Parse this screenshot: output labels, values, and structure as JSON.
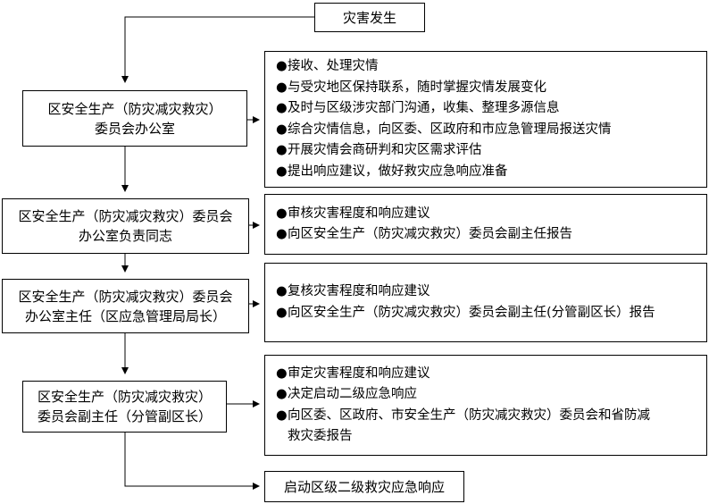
{
  "start": {
    "label": "灾害发生"
  },
  "steps": [
    {
      "lines": [
        "区安全生产（防灾减灾救灾）",
        "委员会办公室"
      ]
    },
    {
      "lines": [
        "区安全生产（防灾减灾救灾）委员会",
        "办公室负责同志"
      ]
    },
    {
      "lines": [
        "区安全生产（防灾减灾救灾）委员会",
        "办公室主任（区应急管理局局长）"
      ]
    },
    {
      "lines": [
        "区安全生产（防灾减灾救灾）",
        "委员会副主任（分管副区长）"
      ]
    }
  ],
  "details": [
    {
      "items": [
        "接收、处理灾情",
        "与受灾地区保持联系，随时掌握灾情发展变化",
        "及时与区级涉灾部门沟通，收集、整理多源信息",
        "综合灾情信息，向区委、区政府和市应急管理局报送灾情",
        "开展灾情会商研判和灾区需求评估",
        "提出响应建议，做好救灾应急响应准备"
      ]
    },
    {
      "items": [
        "审核灾害程度和响应建议",
        "向区安全生产（防灾减灾救灾）委员会副主任报告"
      ]
    },
    {
      "items": [
        "复核灾害程度和响应建议",
        "向区安全生产（防灾减灾救灾）委员会副主任(分管副区长）报告"
      ]
    },
    {
      "items": [
        "审定灾害程度和响应建议",
        "决定启动二级应急响应",
        "向区委、区政府、市安全生产（防灾减灾救灾）委员会和省防减"
      ],
      "continuation": "救灾委报告"
    }
  ],
  "end": {
    "label": "启动区级二级救灾应急响应"
  },
  "bullet_char": "●"
}
